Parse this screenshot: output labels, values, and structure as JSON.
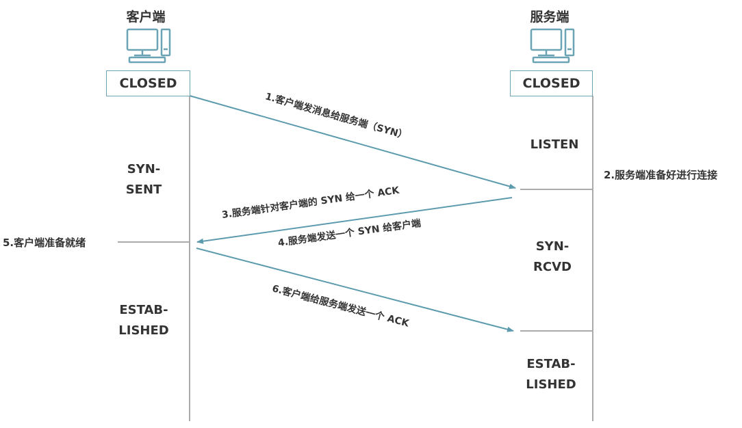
{
  "client": {
    "title": "客户端",
    "icon": "computer-icon",
    "initial_state": "CLOSED",
    "states": [
      "SYN-\nSENT",
      "ESTAB-\nLISHED"
    ]
  },
  "server": {
    "title": "服务端",
    "icon": "computer-icon",
    "initial_state": "CLOSED",
    "states": [
      "LISTEN",
      "SYN-\nRCVD",
      "ESTAB-\nLISHED"
    ]
  },
  "messages": [
    "1.客户端发消息给服务端（SYN）",
    "3.服务端针对客户端的 SYN 给一个 ACK",
    "4.服务端发送一个 SYN 给客户端",
    "6.客户端给服务端发送一个 ACK"
  ],
  "notes": {
    "server_ready": "2.服务端准备好进行连接",
    "client_ready": "5.客户端准备就绪"
  },
  "colors": {
    "arrow": "#5b9bad",
    "lifeline": "#aaaaaa",
    "box_border": "#6aa3b4",
    "icon": "#6aa3b4"
  }
}
